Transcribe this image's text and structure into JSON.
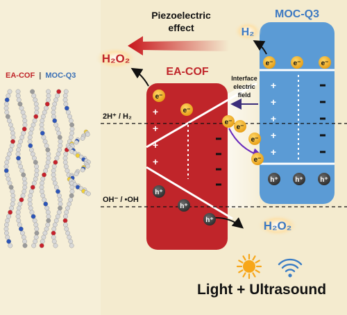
{
  "header": {
    "piezo_line1": "Piezoelectric",
    "piezo_line2": "effect"
  },
  "left_panel": {
    "label_ea": "EA-COF",
    "label_sep": "|",
    "label_moc": "MOC-Q3"
  },
  "ea_cof": {
    "title": "EA-COF",
    "product_top": "H₂O₂",
    "electron": "e⁻",
    "hole": "h⁺"
  },
  "moc_q3": {
    "title": "MOC-Q3",
    "product_h2": "H₂",
    "electron": "e⁻",
    "hole": "h⁺"
  },
  "interface": {
    "line1": "Interface",
    "line2": "electric",
    "line3": "field"
  },
  "levels": {
    "h_label": "2H⁺ / H₂",
    "oh_label": "OH⁻ / •OH"
  },
  "products": {
    "bottom": "H₂O₂"
  },
  "footer": {
    "caption": "Light + Ultrasound"
  },
  "colors": {
    "background": "#f4ebcf",
    "ea_red": "#c0252a",
    "moc_blue": "#5b9bd5",
    "electron": "#f2b01e",
    "hole": "#3a3a3a",
    "ultrasound": "#3a7cc4",
    "sun": "#f7a619"
  },
  "icons": {
    "light": "sun-icon",
    "ultrasound": "wifi-icon"
  }
}
